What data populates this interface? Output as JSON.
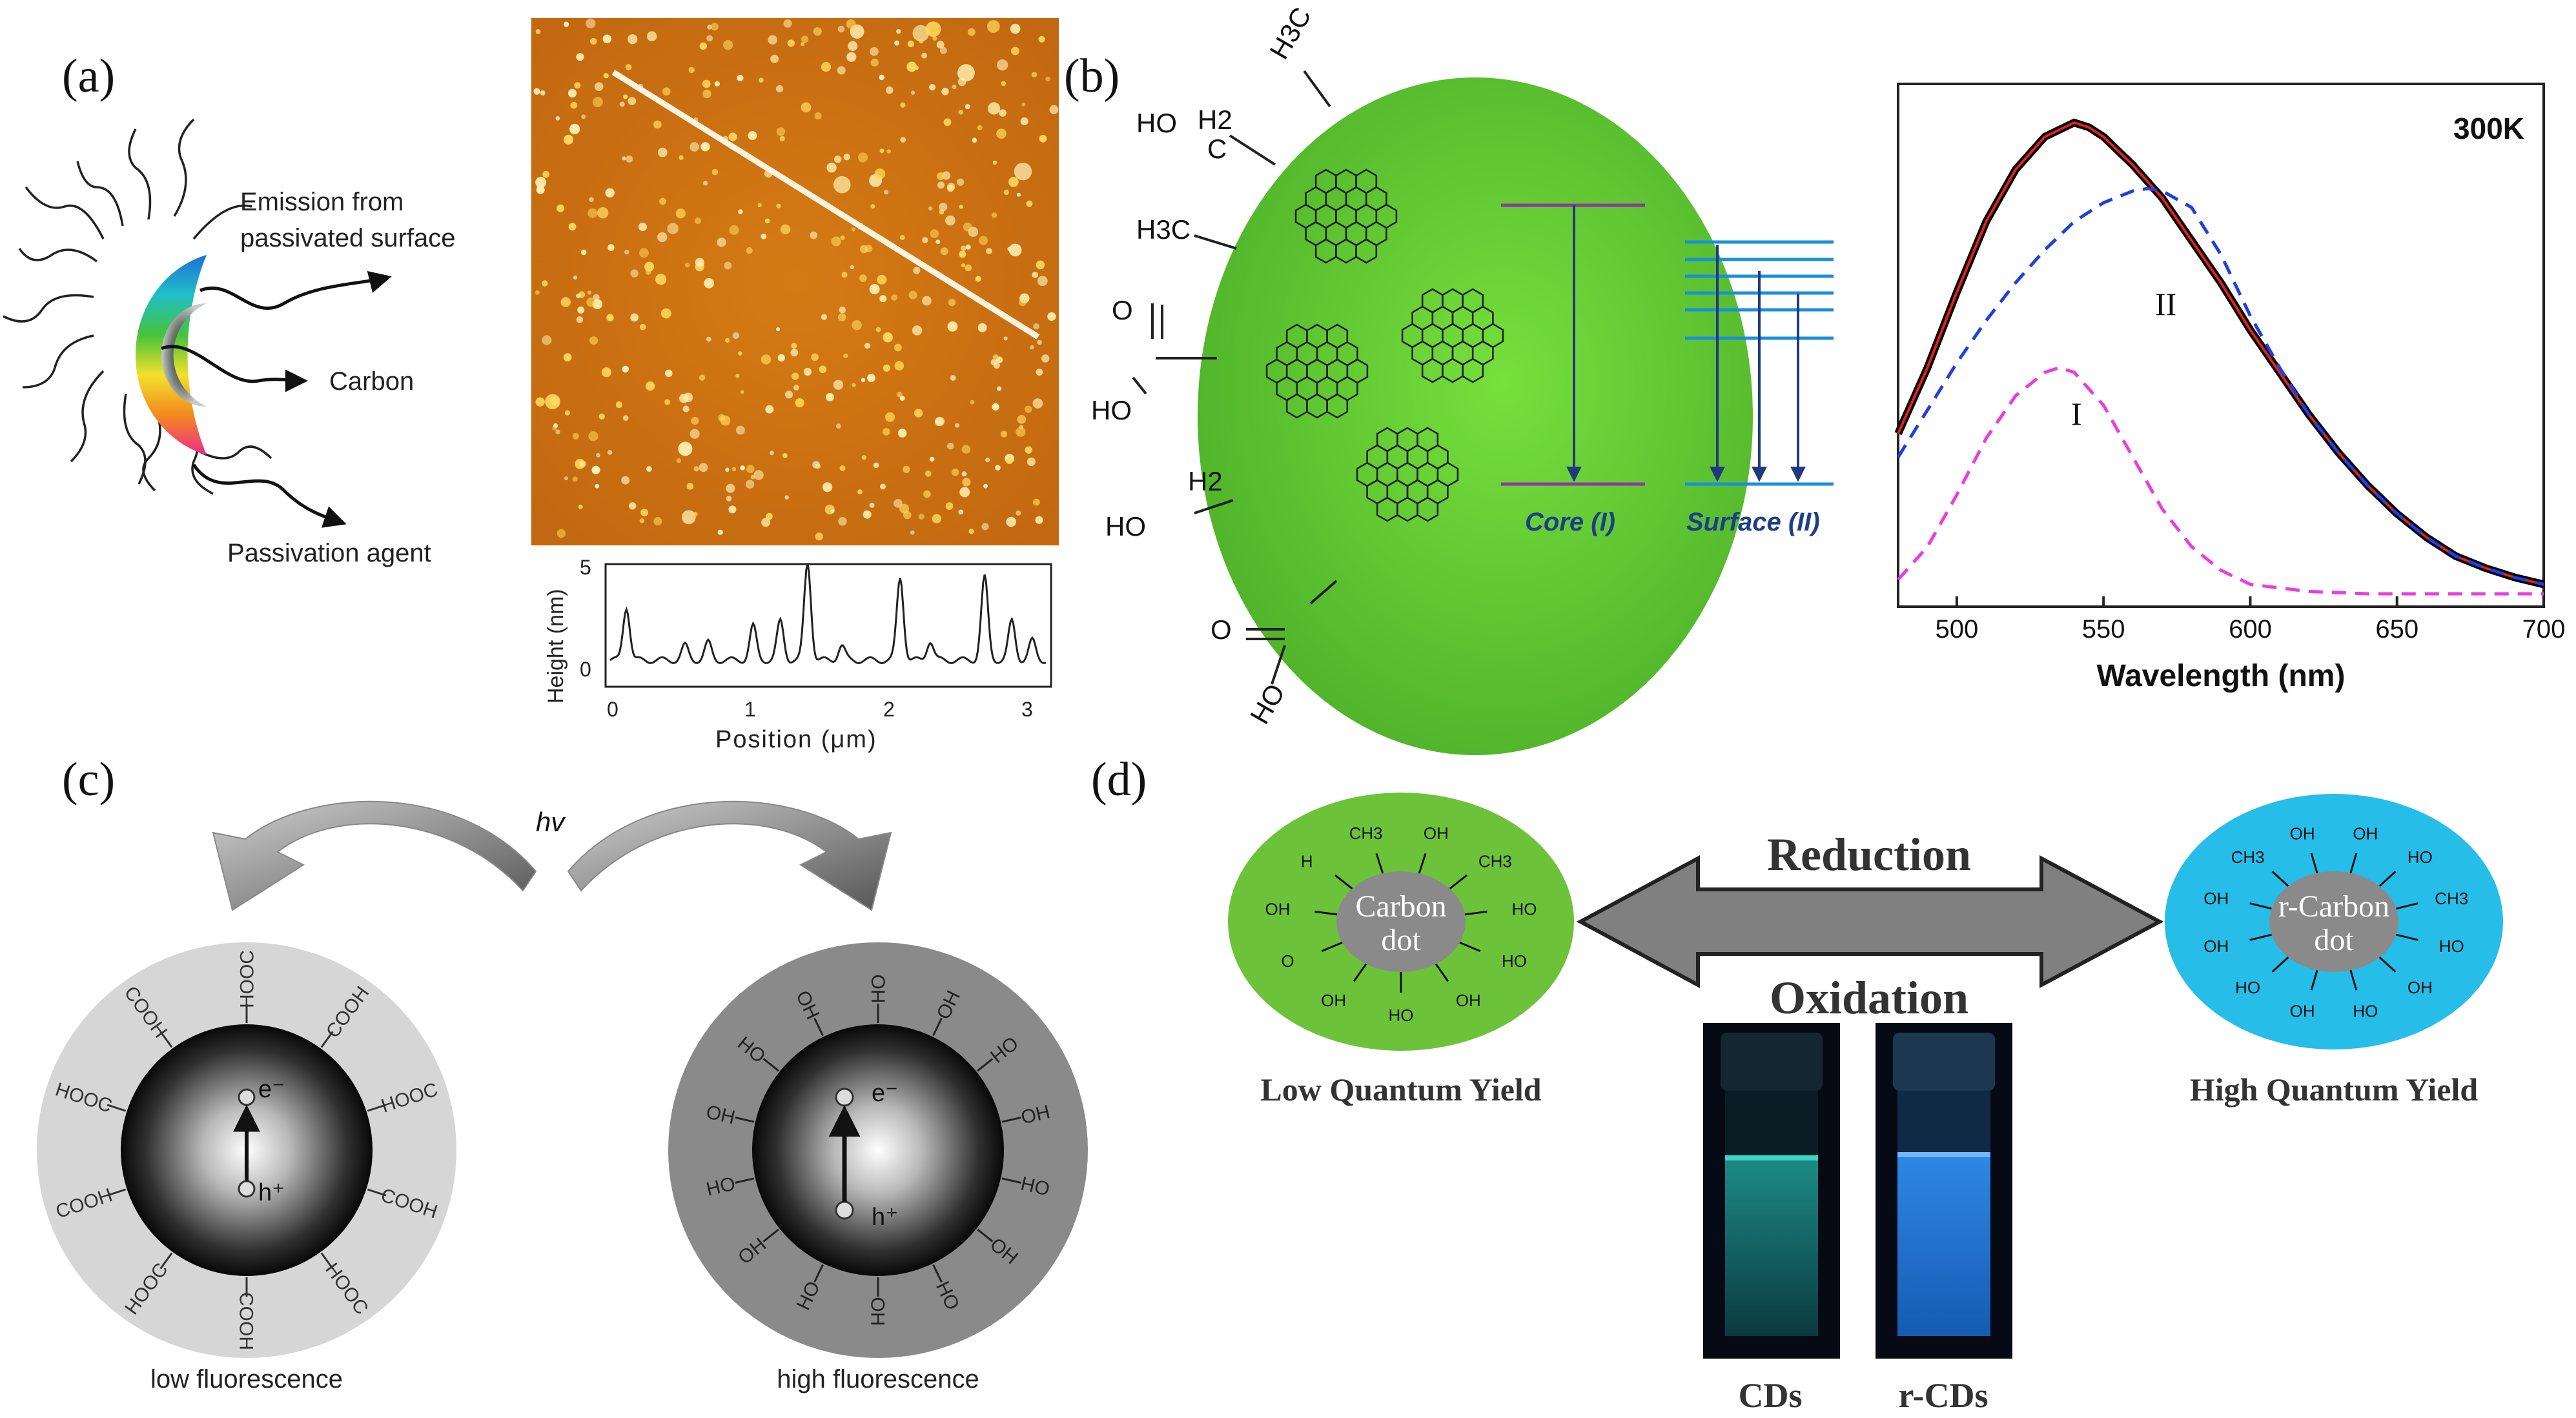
{
  "panels": {
    "a": {
      "label": "(a)",
      "schematic": {
        "emission_label_line1": "Emission from",
        "emission_label_line2": "passivated surface",
        "carbon_label": "Carbon",
        "passivation_label": "Passivation agent"
      },
      "afm_profile": {
        "ylabel": "Height (nm)",
        "xlabel": "Position (μm)",
        "yticks": [
          "0",
          "5"
        ],
        "xticks": [
          "0",
          "1",
          "2",
          "3"
        ]
      }
    },
    "b": {
      "label": "(b)",
      "groups": {
        "h3c_top": "H3C",
        "ho": "HO",
        "h2_top": "H2",
        "c": "C",
        "h3c_mid": "H3C",
        "o": "O",
        "ho2": "HO",
        "h2_low": "H2",
        "ho3": "HO",
        "o2": "O",
        "ho4": "HO"
      },
      "core_label": "Core (I)",
      "surface_label": "Surface (II)",
      "colors": {
        "dot": "#5fcc32",
        "core_level": "#8b3a9e",
        "surface_level": "#1b8fd6",
        "arrow": "#1f3a80"
      }
    },
    "c": {
      "label": "(c)",
      "hv": "hv",
      "left_groups": [
        "HOOC",
        "COOH",
        "HOOC",
        "COOH",
        "HOOC",
        "COOH",
        "HOOC",
        "COOH",
        "HOOC",
        "COOH"
      ],
      "right_groups": [
        "HO",
        "OH",
        "HO",
        "OH",
        "HO",
        "OH",
        "HO",
        "OH",
        "HO",
        "OH",
        "HO",
        "OH",
        "HO",
        "OH"
      ],
      "electron": "e⁻",
      "hole": "h⁺",
      "left_caption": "low fluorescence",
      "right_caption": "high fluorescence"
    },
    "d": {
      "label": "(d)",
      "reduction": "Reduction",
      "oxidation": "Oxidation",
      "left_dot_line1": "Carbon",
      "left_dot_line2": "dot",
      "right_dot_line1": "r-Carbon",
      "right_dot_line2": "dot",
      "left_caption": "Low Quantum Yield",
      "right_caption": "High Quantum Yield",
      "vial_left": "CDs",
      "vial_right": "r-CDs",
      "left_groups": [
        "OH",
        "CH3",
        "HO",
        "HO",
        "OH",
        "HO",
        "OH",
        "O",
        "OH",
        "H",
        "CH3"
      ],
      "right_groups": [
        "OH",
        "HO",
        "CH3",
        "HO",
        "OH",
        "HO",
        "OH",
        "HO",
        "OH",
        "OH",
        "CH3",
        "OH"
      ],
      "colors": {
        "left_dot": "#6cc33a",
        "right_dot": "#26bde8",
        "arrow": "#808080"
      }
    }
  },
  "chart_data": {
    "type": "line",
    "title": "300K",
    "xlabel": "Wavelength (nm)",
    "ylabel": "",
    "xlim": [
      480,
      700
    ],
    "xticks": [
      500,
      550,
      600,
      650,
      700
    ],
    "series": [
      {
        "name": "",
        "style": "experimental",
        "color": "#000000",
        "x": [
          480,
          490,
          500,
          510,
          520,
          530,
          540,
          545,
          550,
          560,
          570,
          580,
          590,
          600,
          610,
          620,
          630,
          640,
          650,
          660,
          670,
          680,
          690,
          700
        ],
        "y": [
          0.34,
          0.48,
          0.64,
          0.79,
          0.9,
          0.97,
          1.0,
          0.99,
          0.97,
          0.91,
          0.84,
          0.75,
          0.66,
          0.56,
          0.47,
          0.38,
          0.3,
          0.23,
          0.17,
          0.12,
          0.08,
          0.055,
          0.035,
          0.02
        ]
      },
      {
        "name": "",
        "style": "fit",
        "color": "#e3201b",
        "x": [
          480,
          490,
          500,
          510,
          520,
          530,
          540,
          545,
          550,
          560,
          570,
          580,
          590,
          600,
          610,
          620,
          630,
          640,
          650,
          660,
          670,
          680,
          690,
          700
        ],
        "y": [
          0.34,
          0.48,
          0.64,
          0.79,
          0.9,
          0.97,
          1.0,
          0.99,
          0.97,
          0.91,
          0.84,
          0.75,
          0.66,
          0.56,
          0.47,
          0.38,
          0.3,
          0.23,
          0.17,
          0.12,
          0.08,
          0.055,
          0.035,
          0.02
        ]
      },
      {
        "name": "II",
        "style": "dashed",
        "color": "#1f3fe0",
        "x": [
          480,
          490,
          500,
          510,
          520,
          530,
          540,
          550,
          560,
          565,
          570,
          580,
          590,
          600,
          610,
          620,
          630,
          640,
          650,
          660,
          670,
          680,
          690,
          700
        ],
        "y": [
          0.29,
          0.39,
          0.49,
          0.58,
          0.66,
          0.73,
          0.79,
          0.83,
          0.855,
          0.86,
          0.855,
          0.82,
          0.72,
          0.59,
          0.48,
          0.38,
          0.3,
          0.23,
          0.17,
          0.12,
          0.08,
          0.055,
          0.035,
          0.02
        ]
      },
      {
        "name": "I",
        "style": "dashed",
        "color": "#e83ee0",
        "x": [
          480,
          490,
          500,
          510,
          520,
          530,
          535,
          540,
          550,
          560,
          570,
          580,
          590,
          600,
          620,
          640,
          660,
          680,
          700
        ],
        "y": [
          0.03,
          0.1,
          0.21,
          0.33,
          0.42,
          0.47,
          0.48,
          0.47,
          0.4,
          0.29,
          0.18,
          0.1,
          0.05,
          0.02,
          0.005,
          0.0,
          0.0,
          0.0,
          0.0
        ]
      }
    ]
  }
}
